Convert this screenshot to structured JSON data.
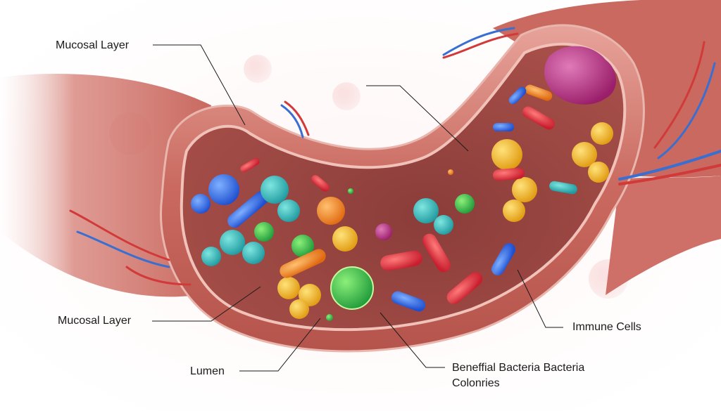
{
  "labels": {
    "mucosal_layer_top": "Mucosal Layer",
    "mucosal_layer_bottom": "Mucosal Layer",
    "lumen": "Lumen",
    "immune_cells": "Immune Cells",
    "beneficial_bacteria": "Beneffial Bacteria Bacteria Colonries"
  },
  "colors": {
    "background": "#ffffff",
    "intestine_wall": "#c9695f",
    "intestine_inner": "#b3524a",
    "lumen": "#9c4a45",
    "blood_vessel_red": "#d23a3a",
    "blood_vessel_blue": "#3a6fd2",
    "leader_line": "#1a1a1a"
  }
}
